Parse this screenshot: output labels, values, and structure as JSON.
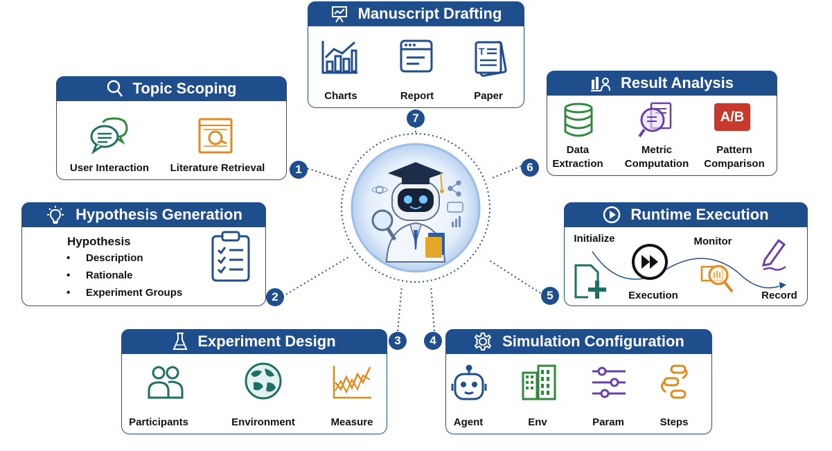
{
  "colors": {
    "primary": "#1f4e8c",
    "teal": "#1d6f63",
    "orange": "#e08a1e",
    "purple": "#6a3fa8",
    "red": "#c7392b",
    "green": "#2f8a3c"
  },
  "center": {
    "icon": "robot-scientist-icon"
  },
  "steps": [
    {
      "number": "1",
      "title": "Topic Scoping",
      "title_icon": "magnifier-icon",
      "items": [
        {
          "label": "User Interaction",
          "icon": "chat-bubbles-icon"
        },
        {
          "label": "Literature Retrieval",
          "icon": "document-search-icon"
        }
      ]
    },
    {
      "number": "2",
      "title": "Hypothesis Generation",
      "title_icon": "lightbulb-icon",
      "heading": "Hypothesis",
      "bullets": [
        "Description",
        "Rationale",
        "Experiment Groups"
      ],
      "side_icon": "clipboard-checklist-icon"
    },
    {
      "number": "3",
      "title": "Experiment Design",
      "title_icon": "flask-icon",
      "items": [
        {
          "label": "Participants",
          "icon": "people-icon"
        },
        {
          "label": "Environment",
          "icon": "globe-icon"
        },
        {
          "label": "Measure",
          "icon": "line-chart-icon"
        }
      ]
    },
    {
      "number": "4",
      "title": "Simulation Configuration",
      "title_icon": "gear-icon",
      "items": [
        {
          "label": "Agent",
          "icon": "robot-icon"
        },
        {
          "label": "Env",
          "icon": "buildings-icon"
        },
        {
          "label": "Param",
          "icon": "sliders-icon"
        },
        {
          "label": "Steps",
          "icon": "flow-steps-icon"
        }
      ]
    },
    {
      "number": "5",
      "title": "Runtime Execution",
      "title_icon": "play-icon",
      "items": [
        {
          "label": "Initialize",
          "icon": "new-file-icon"
        },
        {
          "label": "Execution",
          "icon": "fast-forward-icon"
        },
        {
          "label": "Monitor",
          "icon": "monitor-magnifier-icon"
        },
        {
          "label": "Record",
          "icon": "pen-icon"
        }
      ]
    },
    {
      "number": "6",
      "title": "Result Analysis",
      "title_icon": "bar-chart-person-icon",
      "items": [
        {
          "label": "Data\nExtraction",
          "icon": "database-icon"
        },
        {
          "label": "Metric\nComputation",
          "icon": "metric-magnifier-icon"
        },
        {
          "label": "Pattern\nComparison",
          "icon": "ab-compare-icon",
          "badge": "A/B"
        }
      ]
    },
    {
      "number": "7",
      "title": "Manuscript Drafting",
      "title_icon": "presentation-chart-icon",
      "items": [
        {
          "label": "Charts",
          "icon": "bar-line-chart-icon"
        },
        {
          "label": "Report",
          "icon": "report-window-icon"
        },
        {
          "label": "Paper",
          "icon": "paper-document-icon"
        }
      ]
    }
  ]
}
